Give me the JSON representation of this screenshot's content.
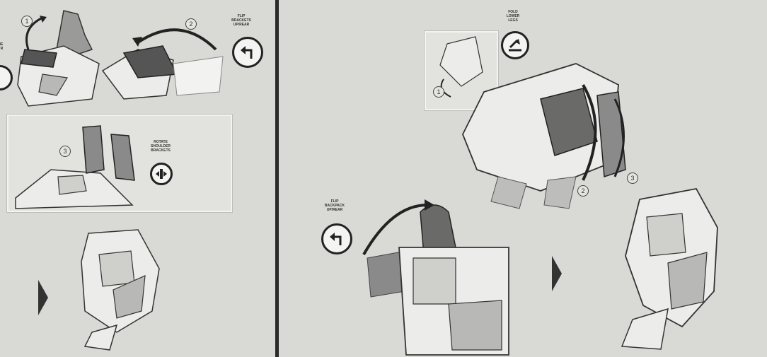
{
  "panel_left": {
    "label_flip_top": "FLIP\nBRACKETS\nUP/REAR",
    "label_rotate": "ROTATE\nSHOULDER\nBRACKETS",
    "label_cut": "NE\nTR",
    "steps": [
      "1",
      "2",
      "3"
    ]
  },
  "panel_right": {
    "label_fold_top": "FOLD\nLOWER\nLEGS",
    "label_flip_mid": "FLIP\nBACKPACK\nUP/REAR",
    "steps": [
      "1",
      "2",
      "3"
    ]
  },
  "colors": {
    "paper": "#d9d9d6",
    "ink": "#222222",
    "dark_part": "#555555",
    "mid_part": "#8a8a8a"
  },
  "icons": [
    "flip-arrow-icon",
    "rotate-icon",
    "fold-icon",
    "next-step-arrow-icon"
  ]
}
